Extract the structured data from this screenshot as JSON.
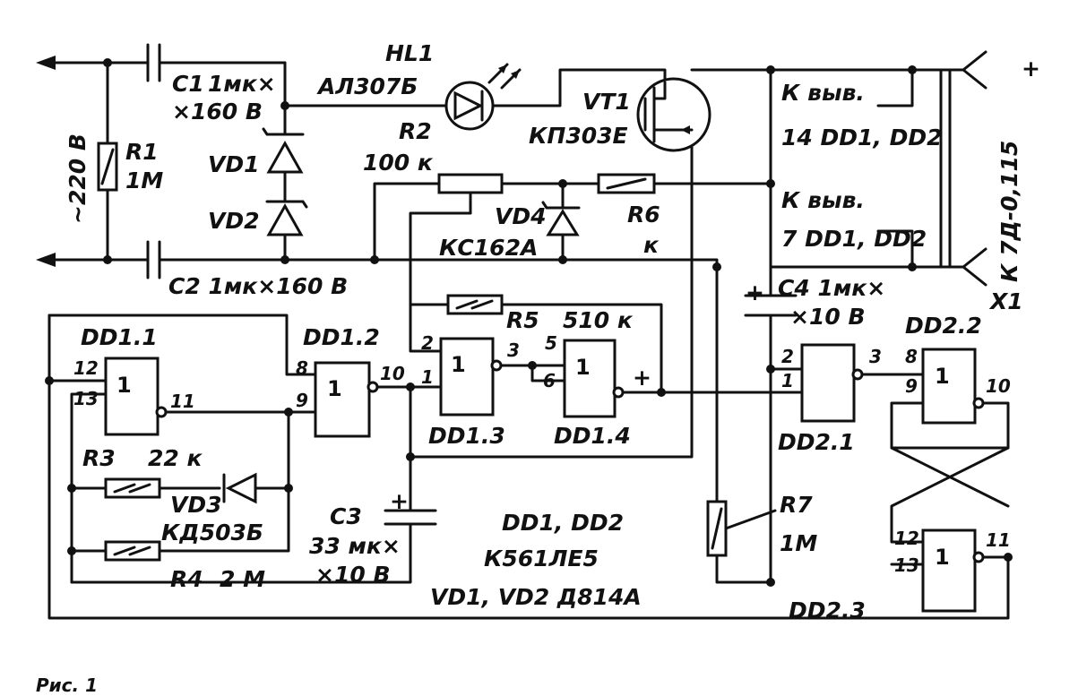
{
  "components": {
    "c1": [
      "C1",
      "1мк×",
      "×160 В"
    ],
    "c2": "C2  1мк×160 В",
    "c3": [
      "C3",
      "33 мк×",
      "×10 В"
    ],
    "c4": [
      "C4  1мк×",
      "×10 В"
    ],
    "r1": [
      "R1",
      "1М"
    ],
    "r2": [
      "R2",
      "100 к"
    ],
    "r3": [
      "R3",
      "22 к"
    ],
    "r4": [
      "R4",
      "2 М"
    ],
    "r5": [
      "R5",
      "510 к"
    ],
    "r6": [
      "R6",
      "к"
    ],
    "r7": [
      "R7",
      "1М"
    ],
    "vd1": "VD1",
    "vd2": "VD2",
    "vd3": [
      "VD3",
      "КД503Б"
    ],
    "vd4": [
      "VD4",
      "КС162А"
    ],
    "hl1": [
      "HL1",
      "АЛ307Б"
    ],
    "vt1": [
      "VT1",
      "КП303Е"
    ],
    "x1": [
      "X1",
      "К  7Д-0,115"
    ]
  },
  "gates": {
    "dd11": "DD1.1",
    "dd12": "DD1.2",
    "dd13": "DD1.3",
    "dd14": "DD1.4",
    "dd21": "DD2.1",
    "dd22": "DD2.2",
    "dd23": "DD2.3"
  },
  "pins": {
    "dd11": [
      "12",
      "13",
      "11"
    ],
    "dd12": [
      "8",
      "9",
      "10"
    ],
    "dd13": [
      "2",
      "1",
      "3"
    ],
    "dd14": [
      "5",
      "6"
    ],
    "dd21": [
      "2",
      "1",
      "3"
    ],
    "dd22": [
      "8",
      "9",
      "10"
    ],
    "dd23": [
      "12",
      "13",
      "11"
    ]
  },
  "gate_symbol": "1",
  "power_notes": [
    "К выв.",
    "14  DD1, DD2",
    "К выв.",
    "7  DD1, DD2"
  ],
  "input_voltage": "~220 В",
  "parts_list": [
    "DD1, DD2",
    "К561ЛЕ5",
    "VD1, VD2   Д814А"
  ],
  "polarity": [
    "+",
    "+",
    "+",
    "+"
  ],
  "figure_caption": "Рис. 1"
}
